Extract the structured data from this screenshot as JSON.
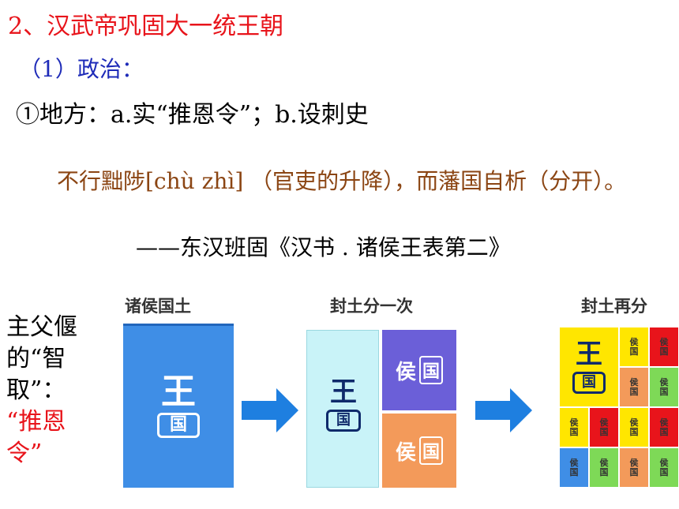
{
  "heading": "2、汉武帝巩固大一统王朝",
  "subheading": "（1）政治：",
  "point": "①地方：a.实“推恩令”；b.设刺史",
  "quote": "不行黜陟[chù zhì] （官吏的升降），而藩国自析（分开）。",
  "source": "——东汉班固《汉书 . 诸侯王表第二》",
  "side_note": {
    "line1": "主父偃的“智取”：",
    "line2": "“推恩令”"
  },
  "diagram": {
    "stage1_label": "诸侯国土",
    "stage2_label": "封土分一次",
    "stage3_label": "封土再分",
    "king_big": "王",
    "king_small": "国",
    "marquis": "侯",
    "marquis_small": "国",
    "colors": {
      "stage1": "#3f8ee6",
      "stage2_king": "#c9f3f8",
      "stage2_top": "#6b5fd8",
      "stage2_bottom": "#f39a5a",
      "arrow": "#1e7fe0",
      "king_text": "#0f2a6b"
    }
  }
}
